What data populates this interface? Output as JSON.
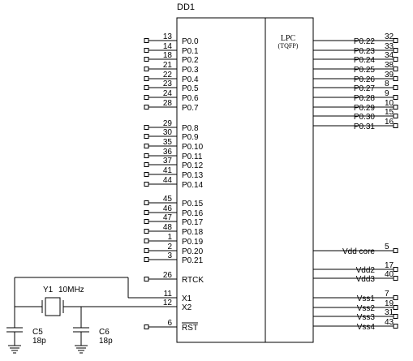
{
  "designator": "DD1",
  "chip": {
    "name": "LPC",
    "package": "(TQFP)"
  },
  "left_pins": [
    {
      "num": "13",
      "label": "P0.0"
    },
    {
      "num": "14",
      "label": "P0.1"
    },
    {
      "num": "18",
      "label": "P0.2"
    },
    {
      "num": "21",
      "label": "P0.3"
    },
    {
      "num": "22",
      "label": "P0.4"
    },
    {
      "num": "23",
      "label": "P0.5"
    },
    {
      "num": "24",
      "label": "P0.6"
    },
    {
      "num": "28",
      "label": "P0.7"
    },
    {
      "num": "29",
      "label": "P0.8"
    },
    {
      "num": "30",
      "label": "P0.9"
    },
    {
      "num": "35",
      "label": "P0.10"
    },
    {
      "num": "36",
      "label": "P0.11"
    },
    {
      "num": "37",
      "label": "P0.12"
    },
    {
      "num": "41",
      "label": "P0.13"
    },
    {
      "num": "44",
      "label": "P0.14"
    },
    {
      "num": "45",
      "label": "P0.15"
    },
    {
      "num": "46",
      "label": "P0.16"
    },
    {
      "num": "47",
      "label": "P0.17"
    },
    {
      "num": "48",
      "label": "P0.18"
    },
    {
      "num": "1",
      "label": "P0.19"
    },
    {
      "num": "2",
      "label": "P0.20"
    },
    {
      "num": "3",
      "label": "P0.21"
    },
    {
      "num": "26",
      "label": "RTCK"
    },
    {
      "num": "11",
      "label": "X1"
    },
    {
      "num": "12",
      "label": "X2"
    },
    {
      "num": "6",
      "label": "RST"
    }
  ],
  "right_pins": [
    {
      "num": "32",
      "label": "P0.22"
    },
    {
      "num": "33",
      "label": "P0.23"
    },
    {
      "num": "34",
      "label": "P0.24"
    },
    {
      "num": "38",
      "label": "P0.25"
    },
    {
      "num": "39",
      "label": "P0.26"
    },
    {
      "num": "8",
      "label": "P0.27"
    },
    {
      "num": "9",
      "label": "P0.28"
    },
    {
      "num": "10",
      "label": "P0.29"
    },
    {
      "num": "15",
      "label": "P0.30"
    },
    {
      "num": "16",
      "label": "P0.31"
    },
    {
      "num": "5",
      "label": "Vdd core"
    },
    {
      "num": "17",
      "label": "Vdd2"
    },
    {
      "num": "40",
      "label": "Vdd3"
    },
    {
      "num": "7",
      "label": "Vss1"
    },
    {
      "num": "19",
      "label": "Vss2"
    },
    {
      "num": "31",
      "label": "Vss3"
    },
    {
      "num": "43",
      "label": "Vss4"
    }
  ],
  "crystal": {
    "ref": "Y1",
    "value": "10MHz"
  },
  "capacitors": [
    {
      "ref": "C5",
      "value": "18p"
    },
    {
      "ref": "C6",
      "value": "18p"
    }
  ]
}
